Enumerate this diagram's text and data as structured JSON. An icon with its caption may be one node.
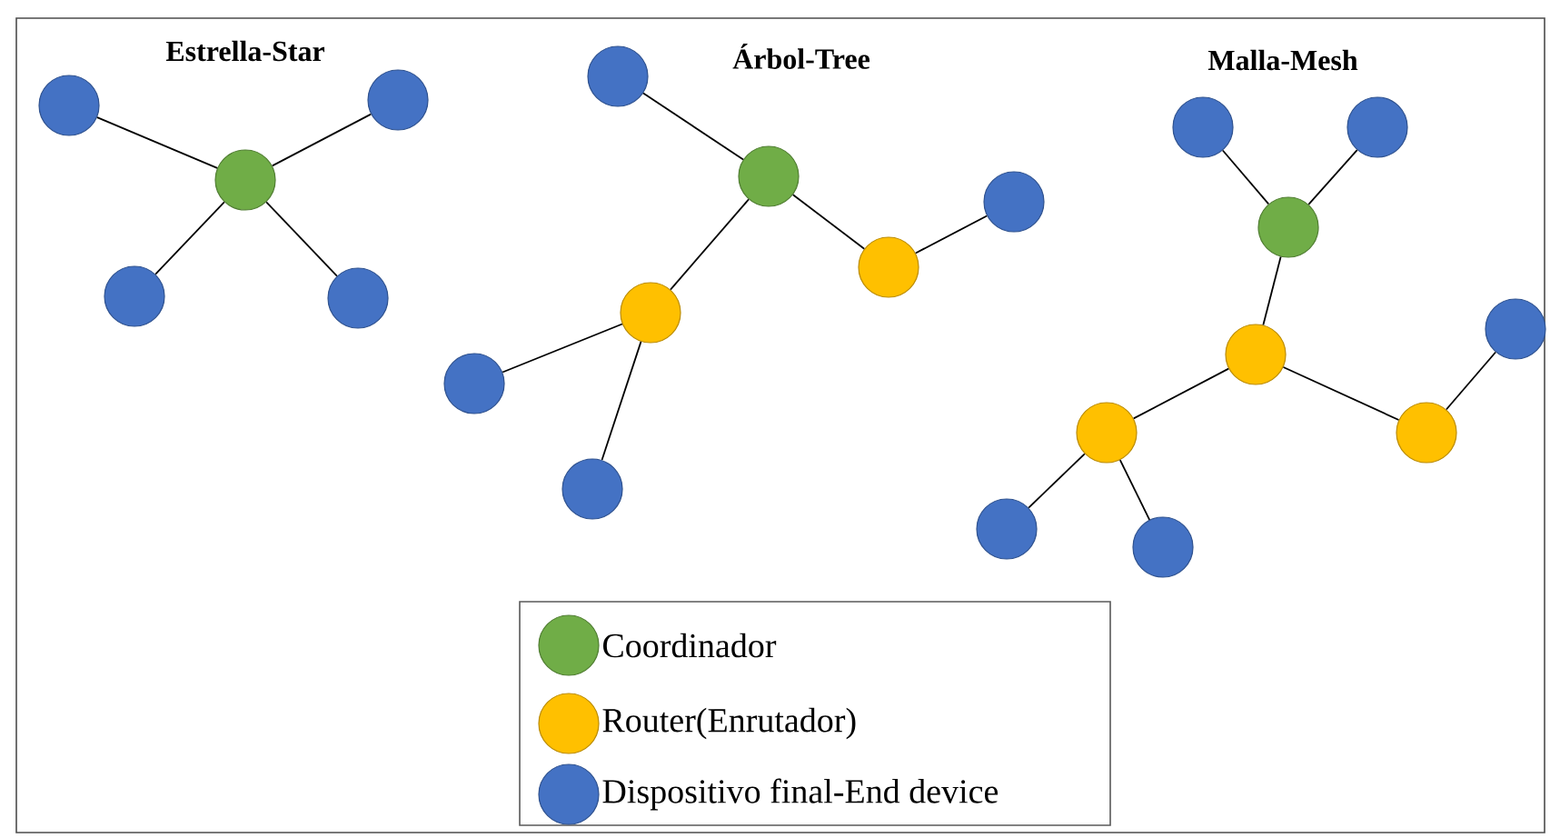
{
  "diagram": {
    "nodes": [
      {
        "text": [],
        "shape": "circle"
      },
      {
        "text": [],
        "shape": "circle"
      },
      {
        "text": [],
        "shape": "circle"
      },
      {
        "text": [],
        "shape": "circle"
      },
      {
        "text": [],
        "shape": "circle"
      },
      {
        "text": [],
        "shape": "circle"
      },
      {
        "text": [],
        "shape": "circle"
      },
      {
        "text": [],
        "shape": "circle"
      },
      {
        "text": [],
        "shape": "circle"
      },
      {
        "text": [],
        "shape": "circle"
      },
      {
        "text": [],
        "shape": "circle"
      },
      {
        "text": [],
        "shape": "circle"
      },
      {
        "text": [],
        "shape": "circle"
      },
      {
        "text": [],
        "shape": "circle"
      },
      {
        "text": [],
        "shape": "circle"
      },
      {
        "text": [],
        "shape": "circle"
      },
      {
        "text": [],
        "shape": "circle"
      },
      {
        "text": [],
        "shape": "circle"
      },
      {
        "text": [],
        "shape": "circle"
      },
      {
        "text": [],
        "shape": "circle"
      },
      {
        "text": [],
        "shape": "circle"
      }
    ],
    "edges": [
      {
        "from": 2,
        "to": 0,
        "arrow": "none"
      },
      {
        "from": 2,
        "to": 1,
        "arrow": "none"
      },
      {
        "from": 2,
        "to": 3,
        "arrow": "none"
      },
      {
        "from": 2,
        "to": 4,
        "arrow": "none"
      },
      {
        "from": 6,
        "to": 5,
        "arrow": "none"
      },
      {
        "from": 6,
        "to": 8,
        "arrow": "none"
      },
      {
        "from": 8,
        "to": 7,
        "arrow": "none"
      },
      {
        "from": 6,
        "to": 9,
        "arrow": "none"
      },
      {
        "from": 9,
        "to": 10,
        "arrow": "none"
      },
      {
        "from": 9,
        "to": 11,
        "arrow": "none"
      },
      {
        "from": 14,
        "to": 12,
        "arrow": "none"
      },
      {
        "from": 14,
        "to": 13,
        "arrow": "none"
      },
      {
        "from": 14,
        "to": 16,
        "arrow": "none"
      },
      {
        "from": 16,
        "to": 18,
        "arrow": "none"
      },
      {
        "from": 18,
        "to": 15,
        "arrow": "none"
      },
      {
        "from": 16,
        "to": 17,
        "arrow": "none"
      },
      {
        "from": 17,
        "to": 19,
        "arrow": "none"
      },
      {
        "from": 17,
        "to": 20,
        "arrow": "none"
      }
    ],
    "labels": [
      "Estrella-Star",
      "Árbol-Tree",
      "Malla-Mesh"
    ],
    "legend": [
      {
        "text": "Coordinador",
        "color": "#70ad47"
      },
      {
        "text": "Router(Enrutador)",
        "color": "#ffc000"
      },
      {
        "text": "Dispositivo final-End device",
        "color": "#4472c4"
      }
    ]
  }
}
